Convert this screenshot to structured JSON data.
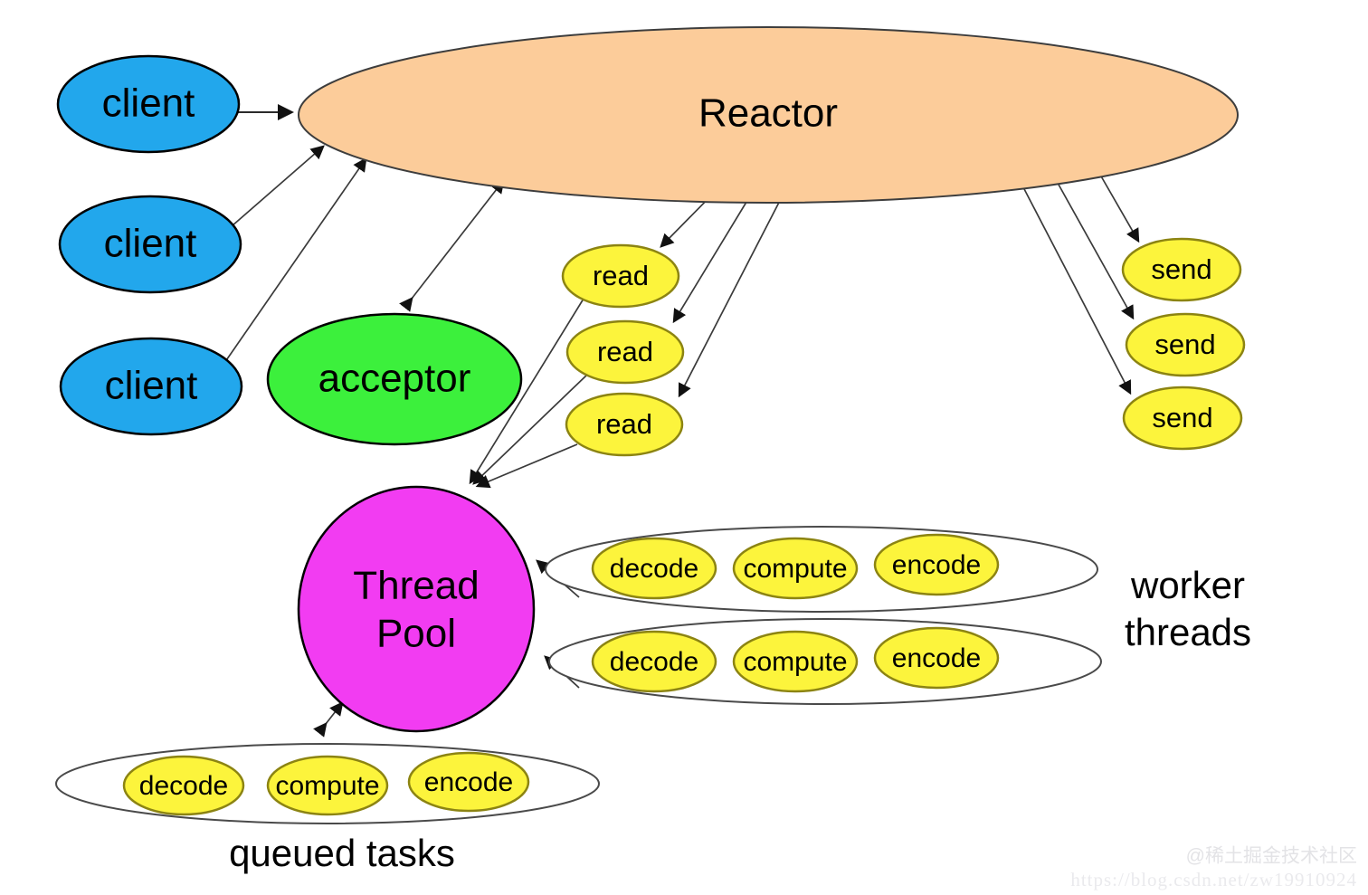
{
  "diagram": {
    "title_node": "Reactor",
    "colors": {
      "reactor_fill": "#fccc9a",
      "client_fill": "#22a7ec",
      "acceptor_fill": "#3cf03c",
      "task_fill": "#fcf43c",
      "threadpool_fill": "#f23cf2",
      "hull_fill": "#ffffff",
      "stroke": "#000000",
      "edge": "#2b2b2b"
    },
    "clients": [
      {
        "label": "client"
      },
      {
        "label": "client"
      },
      {
        "label": "client"
      }
    ],
    "acceptor": {
      "label": "acceptor"
    },
    "reads": [
      {
        "label": "read"
      },
      {
        "label": "read"
      },
      {
        "label": "read"
      }
    ],
    "sends": [
      {
        "label": "send"
      },
      {
        "label": "send"
      },
      {
        "label": "send"
      }
    ],
    "thread_pool": {
      "line1": "Thread",
      "line2": "Pool"
    },
    "worker_threads": {
      "label_line1": "worker",
      "label_line2": "threads",
      "rows": [
        {
          "tasks": [
            "decode",
            "compute",
            "encode"
          ]
        },
        {
          "tasks": [
            "decode",
            "compute",
            "encode"
          ]
        }
      ]
    },
    "queued_tasks": {
      "label": "queued tasks",
      "tasks": [
        "decode",
        "compute",
        "encode"
      ]
    },
    "watermark": {
      "handle": "@稀土掘金技术社区",
      "url": "https://blog.csdn.net/zw19910924"
    }
  }
}
